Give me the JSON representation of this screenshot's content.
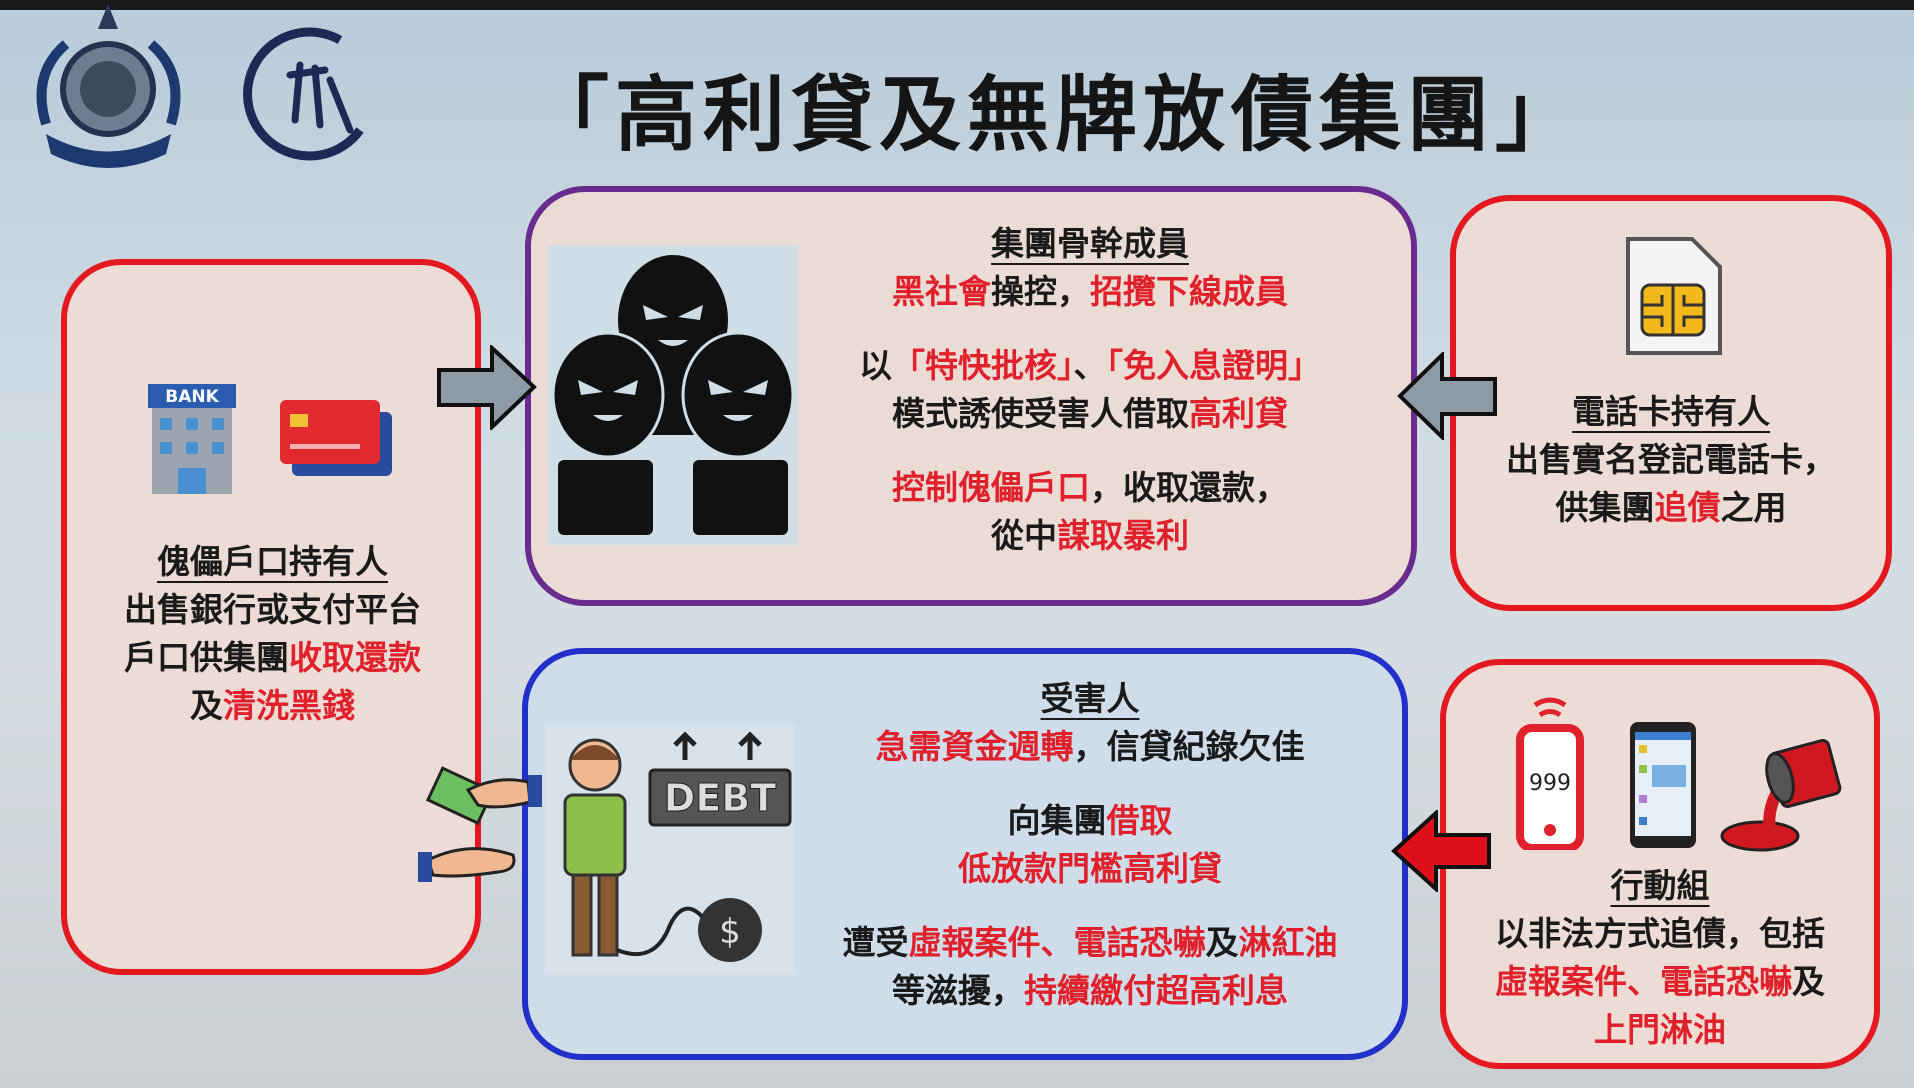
{
  "title": "「高利貸及無牌放債集團」",
  "colors": {
    "red": "#e0202a",
    "purple": "#6a2b8f",
    "blue": "#2030c8",
    "box_fill": "#ecdcd5"
  },
  "logos": {
    "police_crest": "Hong Kong Police crest",
    "cid_logo": "刑偵"
  },
  "boxes": {
    "core": {
      "lines": [
        [
          {
            "t": "集團骨幹成員",
            "h": true
          }
        ],
        [
          {
            "t": "黑社會",
            "r": true
          },
          {
            "t": "操控，"
          },
          {
            "t": "招攬下線成員",
            "r": true
          }
        ],
        [],
        [
          {
            "t": "以"
          },
          {
            "t": "「特快批核」",
            "r": true
          },
          {
            "t": "、"
          },
          {
            "t": "「免入息證明」",
            "r": true
          }
        ],
        [
          {
            "t": "模式誘使受害人借取"
          },
          {
            "t": "高利貸",
            "r": true
          }
        ],
        [],
        [
          {
            "t": "控制傀儡戶口",
            "r": true
          },
          {
            "t": "，收取還款，"
          }
        ],
        [
          {
            "t": "從中"
          },
          {
            "t": "謀取暴利",
            "r": true
          }
        ]
      ]
    },
    "puppet": {
      "bank_sign": "BANK",
      "lines": [
        [
          {
            "t": "傀儡戶口持有人",
            "h": true
          }
        ],
        [
          {
            "t": "出售銀行或支付平台"
          }
        ],
        [
          {
            "t": "戶口供集團"
          },
          {
            "t": "收取還款",
            "r": true
          }
        ],
        [
          {
            "t": "及"
          },
          {
            "t": "清洗黑錢",
            "r": true
          }
        ]
      ]
    },
    "sim": {
      "lines": [
        [
          {
            "t": "電話卡持有人",
            "h": true
          }
        ],
        [
          {
            "t": "出售實名登記電話卡，"
          }
        ],
        [
          {
            "t": "供集團"
          },
          {
            "t": "追債",
            "r": true
          },
          {
            "t": "之用"
          }
        ]
      ]
    },
    "victim": {
      "debt_sign": "DEBT",
      "lines": [
        [
          {
            "t": "受害人",
            "h": true
          }
        ],
        [
          {
            "t": "急需資金週轉",
            "r": true
          },
          {
            "t": "，信貸紀錄欠佳"
          }
        ],
        [],
        [
          {
            "t": "向集團"
          },
          {
            "t": "借取",
            "r": true
          }
        ],
        [
          {
            "t": "低放款門檻高利貸",
            "r": true
          }
        ],
        [],
        [
          {
            "t": "遭受"
          },
          {
            "t": "虛報案件、電話恐嚇",
            "r": true
          },
          {
            "t": "及"
          },
          {
            "t": "淋紅油",
            "r": true
          }
        ],
        [
          {
            "t": "等滋擾，"
          },
          {
            "t": "持續繳付超高利息",
            "r": true
          }
        ]
      ]
    },
    "action": {
      "phone_number": "999",
      "lines": [
        [
          {
            "t": "行動組",
            "h": true
          }
        ],
        [
          {
            "t": "以非法方式追債，包括"
          }
        ],
        [
          {
            "t": "虛報案件、電話恐嚇",
            "r": true
          },
          {
            "t": "及"
          }
        ],
        [
          {
            "t": "上門淋油",
            "r": true
          }
        ]
      ]
    }
  }
}
